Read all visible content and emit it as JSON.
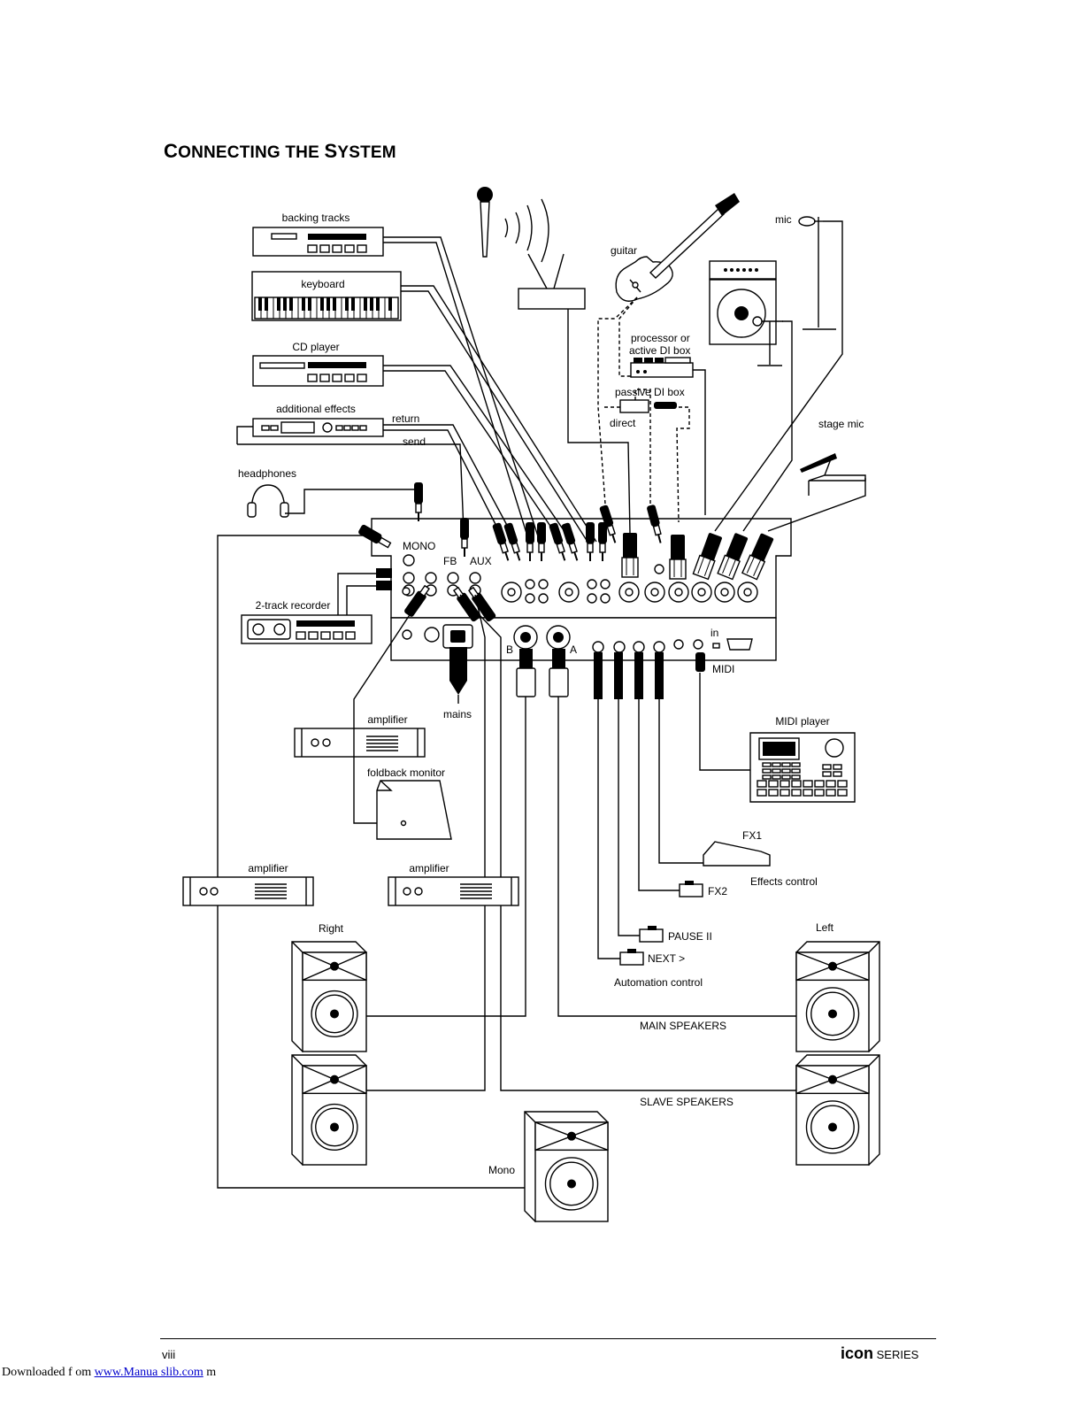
{
  "header": {
    "title_caps_1": "C",
    "title_rest_1": "ONNECTING THE ",
    "title_caps_2": "S",
    "title_rest_2": "YSTEM"
  },
  "labels": {
    "backing_tracks": "backing tracks",
    "keyboard": "keyboard",
    "cd_player": "CD player",
    "additional_effects": "additional effects",
    "return": "return",
    "send": "send",
    "headphones": "headphones",
    "guitar": "guitar",
    "mic": "mic",
    "processor": "processor or",
    "active_di": "active DI box",
    "passive_di": "passive DI box",
    "direct": "direct",
    "stage_mic": "stage mic",
    "mono_jack": "MONO",
    "fb": "FB",
    "aux": "AUX",
    "two_track": "2-track recorder",
    "b": "B",
    "a": "A",
    "in": "in",
    "midi": "MIDI",
    "mains": "mains",
    "amplifier_top": "amplifier",
    "foldback": "foldback monitor",
    "midi_player": "MIDI player",
    "fx1": "FX1",
    "effects_control": "Effects control",
    "fx2": "FX2",
    "amplifier_left": "amplifier",
    "amplifier_mid": "amplifier",
    "right": "Right",
    "left": "Left",
    "pause": "PAUSE II",
    "next": "NEXT >",
    "automation": "Automation control",
    "main_speakers": "MAIN SPEAKERS",
    "slave_speakers": "SLAVE SPEAKERS",
    "mono_speaker": "Mono"
  },
  "footer": {
    "page": "viii",
    "series_brand": "icon",
    "series_word": " SERIES",
    "download_prefix": "Downloaded f om ",
    "download_link": "www.Manua slib.com",
    "download_suffix": "  m"
  }
}
